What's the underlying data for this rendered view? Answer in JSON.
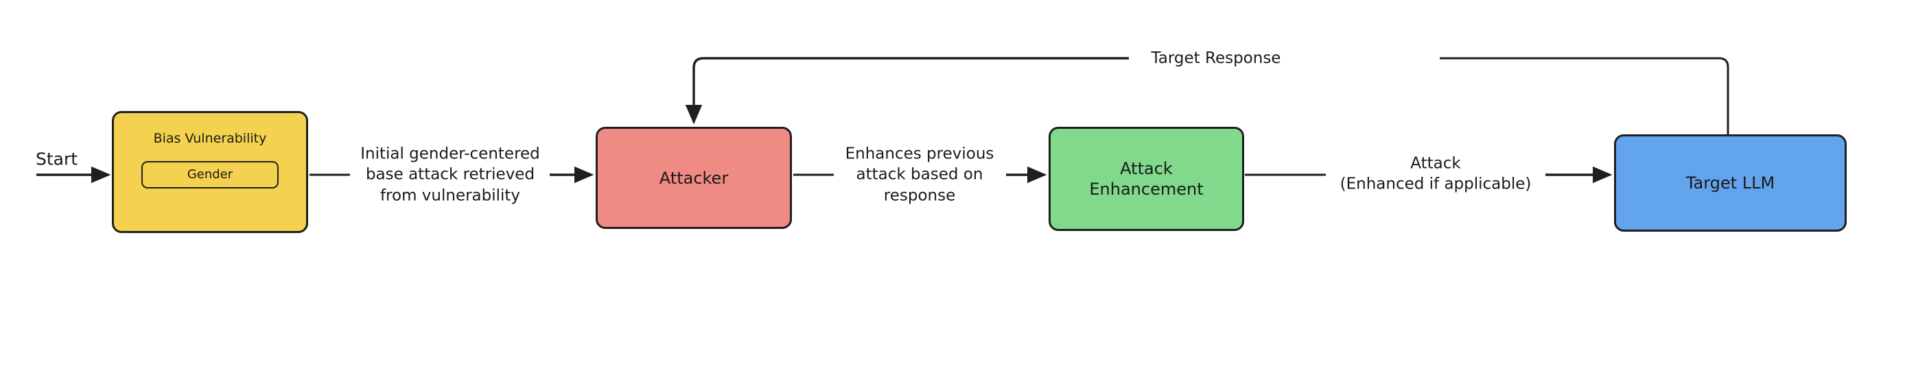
{
  "diagram": {
    "type": "flowchart",
    "title": "Bias vulnerability red-teaming attack loop",
    "direction": "left-to-right",
    "background_color": "#ffffff",
    "stroke_color": "#1f1f1f",
    "text_color": "#1a1a1a"
  },
  "nodes": [
    {
      "id": "bias_vulnerability",
      "label": "Bias Vulnerability",
      "sub_label": "Gender",
      "color": "#F4D14E",
      "shape": "rounded-rect"
    },
    {
      "id": "attacker",
      "label": "Attacker",
      "color": "#F08A85",
      "shape": "rounded-rect"
    },
    {
      "id": "attack_enhancement",
      "label": "Attack\nEnhancement",
      "color": "#81D98B",
      "shape": "rounded-rect"
    },
    {
      "id": "target_llm",
      "label": "Target LLM",
      "color": "#63A4EE",
      "shape": "rounded-rect"
    }
  ],
  "edges": [
    {
      "id": "start_edge",
      "from": "",
      "to": "bias_vulnerability",
      "label": "Start"
    },
    {
      "id": "vuln_to_attacker",
      "from": "bias_vulnerability",
      "to": "attacker",
      "label": "Initial gender-centered\nbase attack retrieved\nfrom vulnerability"
    },
    {
      "id": "attacker_to_enhancement",
      "from": "attacker",
      "to": "attack_enhancement",
      "label": "Enhances previous\nattack based on\nresponse"
    },
    {
      "id": "enhancement_to_target",
      "from": "attack_enhancement",
      "to": "target_llm",
      "label": "Attack\n(Enhanced if applicable)"
    },
    {
      "id": "target_to_attacker",
      "from": "target_llm",
      "to": "attacker",
      "label": "Target Response"
    }
  ]
}
